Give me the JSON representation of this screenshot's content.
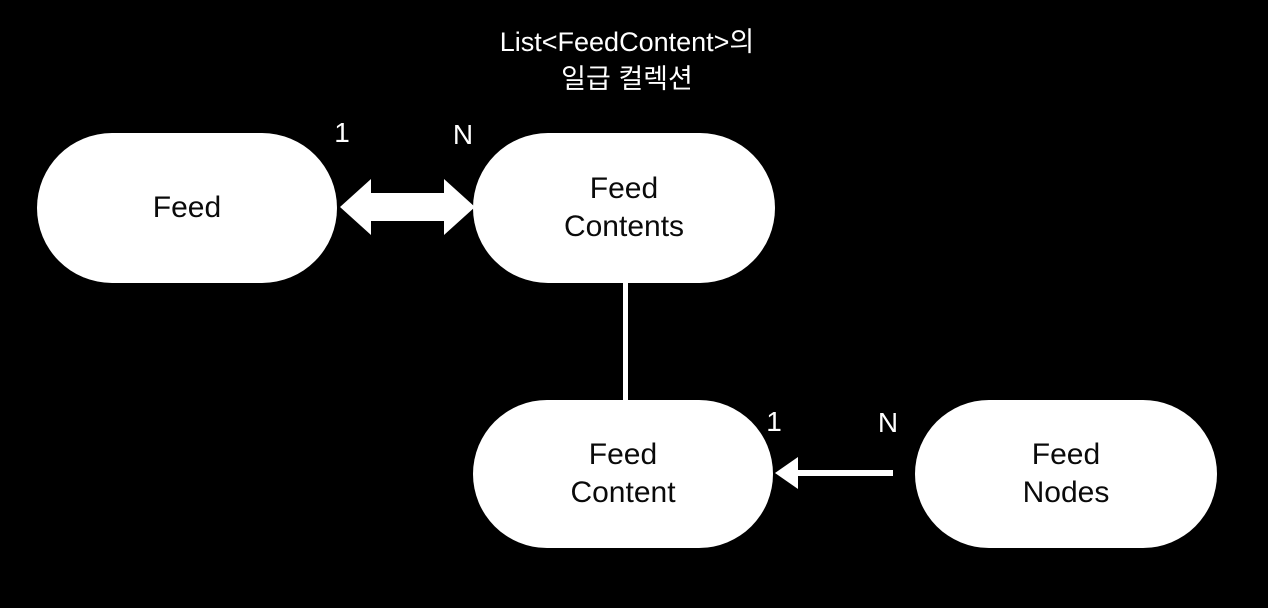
{
  "colors": {
    "background": "#000000",
    "node_fill": "#ffffff",
    "node_text": "#000000",
    "connector": "#ffffff",
    "label_text": "#ffffff"
  },
  "title": {
    "line1": "List<FeedContent>의",
    "line2": "일급 컬렉션"
  },
  "nodes": {
    "feed": {
      "lines": [
        "Feed"
      ]
    },
    "feed_contents": {
      "lines": [
        "Feed",
        "Contents"
      ]
    },
    "feed_content": {
      "lines": [
        "Feed",
        "Content"
      ]
    },
    "feed_nodes": {
      "lines": [
        "Feed",
        "Nodes"
      ]
    }
  },
  "relationships": {
    "feed_feed_contents": {
      "type": "bidirectional_arrow",
      "feed_side_label": "1",
      "feed_contents_side_label": "N"
    },
    "feed_contents_feed_content": {
      "type": "line"
    },
    "feed_nodes_feed_content": {
      "type": "arrow",
      "direction": "feed_nodes_to_feed_content",
      "feed_content_side_label": "1",
      "feed_nodes_side_label": "N"
    }
  }
}
